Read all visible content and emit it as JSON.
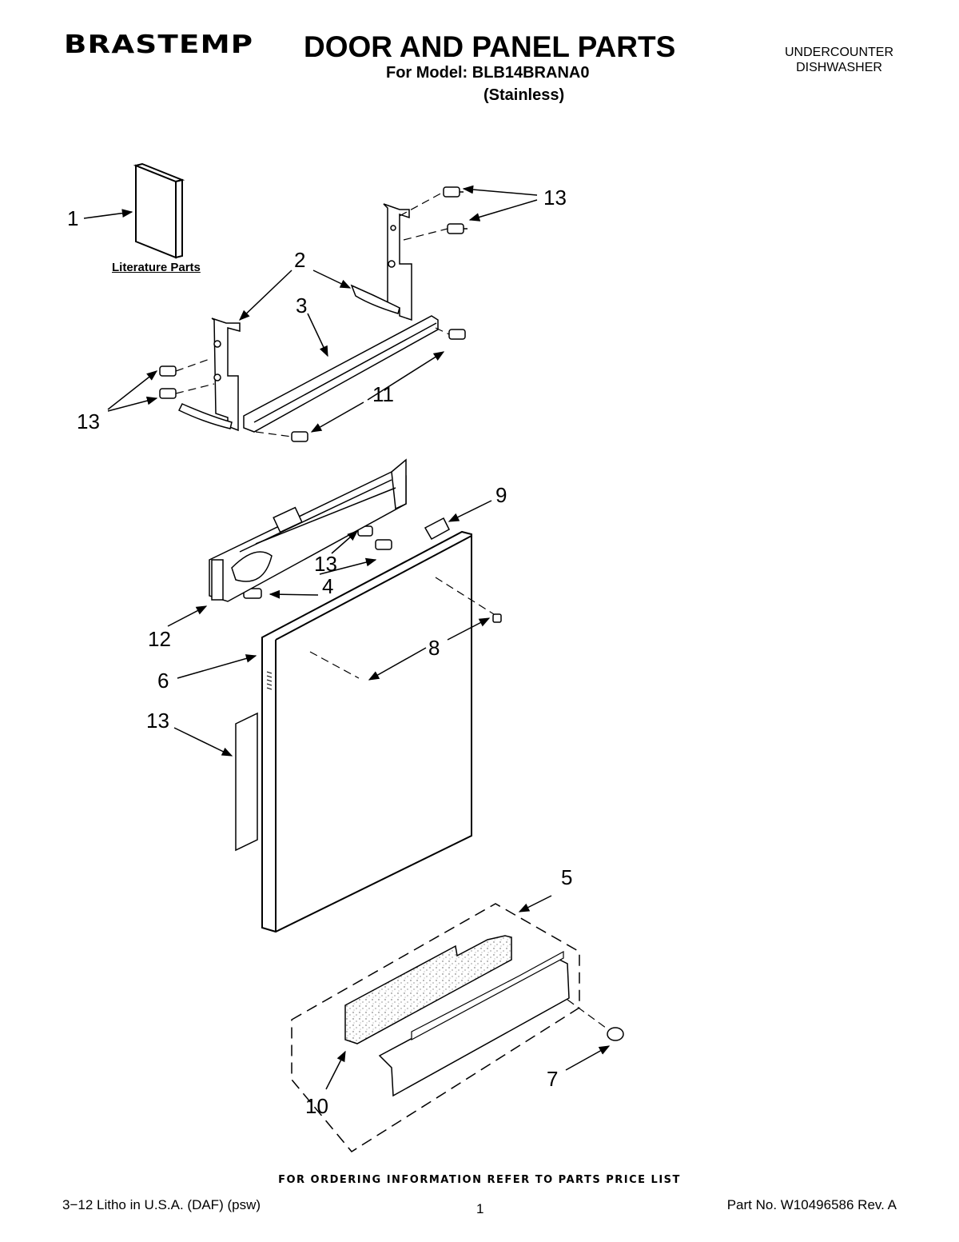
{
  "header": {
    "brand": "BRASTEMP",
    "title": "DOOR AND PANEL PARTS",
    "model_line": "For Model: BLB14BRANA0",
    "variant": "(Stainless)",
    "appliance_type_line1": "UNDERCOUNTER",
    "appliance_type_line2": "DISHWASHER"
  },
  "diagram": {
    "literature_label": "Literature Parts",
    "callouts": [
      "1",
      "2",
      "3",
      "13",
      "13",
      "11",
      "9",
      "13",
      "4",
      "12",
      "8",
      "6",
      "13",
      "5",
      "7",
      "10"
    ]
  },
  "footer": {
    "ordering_note": "FOR ORDERING INFORMATION REFER TO PARTS PRICE LIST",
    "litho": "3−12 Litho in U.S.A. (DAF) (psw)",
    "page_number": "1",
    "part_number": "Part No. W10496586 Rev. A"
  }
}
